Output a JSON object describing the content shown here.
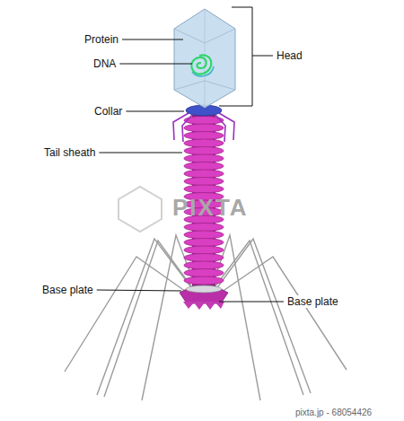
{
  "diagram": {
    "labels": [
      "Protein",
      "DNA",
      "Head",
      "Collar",
      "Tail sheath",
      "PIXTA",
      "Base plate",
      "Base plate",
      "pixta.jp - 68054426"
    ]
  }
}
